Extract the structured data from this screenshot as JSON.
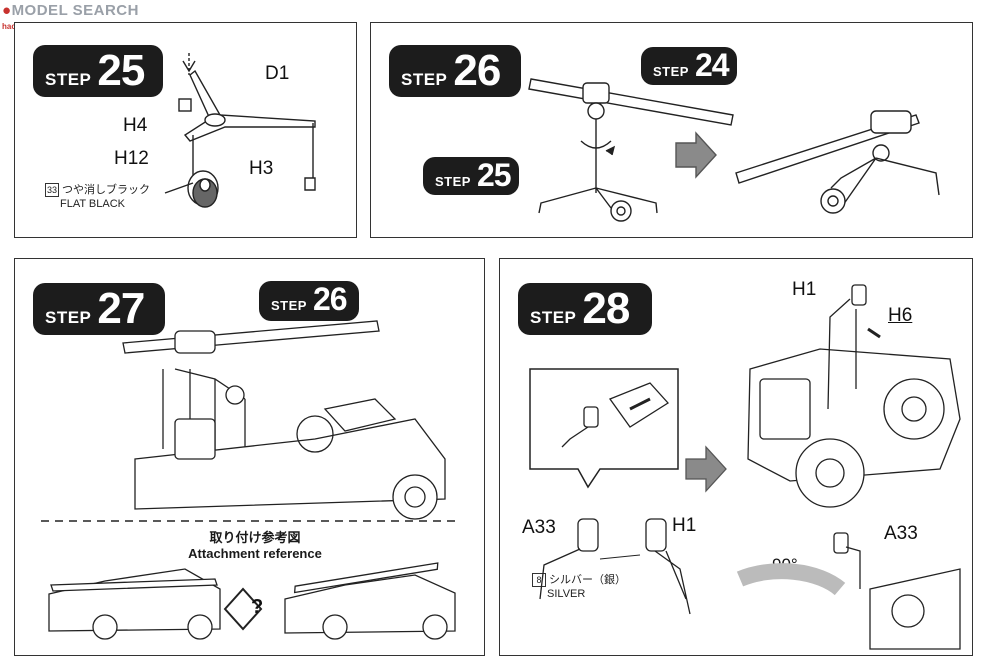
{
  "watermark": {
    "text": "MODEL SEARCH",
    "sub": "hao-shou.com"
  },
  "step_word": "STEP",
  "step25": {
    "number": "25",
    "parts": {
      "d1": "D1",
      "h4": "H4",
      "h12": "H12",
      "h3": "H3"
    },
    "paint": {
      "code": "33",
      "jp": "つや消しブラック",
      "en": "FLAT BLACK"
    }
  },
  "step26": {
    "number": "26",
    "ref_a": "24",
    "ref_b": "25"
  },
  "step27": {
    "number": "27",
    "ref": "26",
    "attachment_jp": "取り付け参考図",
    "attachment_en": "Attachment reference",
    "question": "?"
  },
  "step28": {
    "number": "28",
    "parts": {
      "h1": "H1",
      "h6": "H6",
      "a33": "A33"
    },
    "paint": {
      "code": "8",
      "jp": "シルバー（銀）",
      "en": "SILVER"
    },
    "rotation": "90°"
  }
}
